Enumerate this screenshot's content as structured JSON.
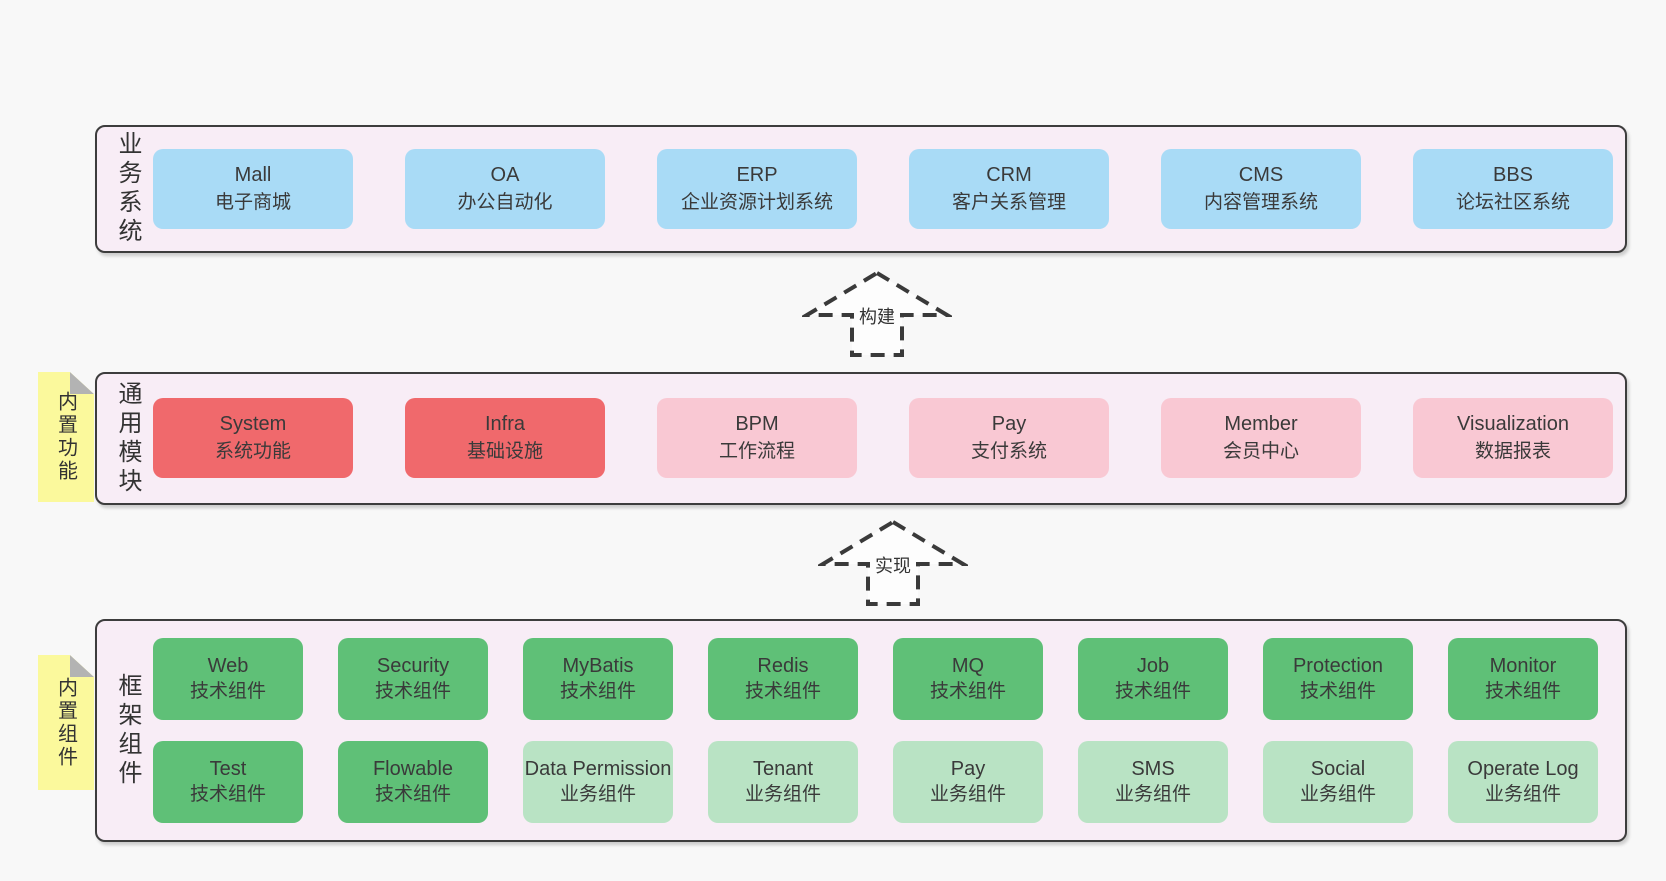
{
  "colors": {
    "page_bg": "#f8f8f8",
    "band_bg": "#f8edf6",
    "band_border": "#3d3d3d",
    "blue": "#a9dbf6",
    "red": "#f0696c",
    "pink": "#f9c8d3",
    "green": "#5fc077",
    "lightgreen": "#b9e3c4",
    "sticky_bg": "#fbf99c",
    "sticky_fold": "#b3b3b3",
    "text": "#333333",
    "arrow_fill": "#fdfdfd",
    "arrow_stroke": "#3a3a3a"
  },
  "arrows": [
    {
      "label": "构建"
    },
    {
      "label": "实现"
    }
  ],
  "stickies": [
    {
      "label": "内置功能"
    },
    {
      "label": "内置组件"
    }
  ],
  "bands": [
    {
      "label": "业务系统",
      "rows": [
        {
          "items": [
            {
              "title": "Mall",
              "subtitle": "电子商城",
              "variant": "blue"
            },
            {
              "title": "OA",
              "subtitle": "办公自动化",
              "variant": "blue"
            },
            {
              "title": "ERP",
              "subtitle": "企业资源计划系统",
              "variant": "blue"
            },
            {
              "title": "CRM",
              "subtitle": "客户关系管理",
              "variant": "blue"
            },
            {
              "title": "CMS",
              "subtitle": "内容管理系统",
              "variant": "blue"
            },
            {
              "title": "BBS",
              "subtitle": "论坛社区系统",
              "variant": "blue"
            }
          ]
        }
      ]
    },
    {
      "label": "通用模块",
      "rows": [
        {
          "items": [
            {
              "title": "System",
              "subtitle": "系统功能",
              "variant": "red"
            },
            {
              "title": "Infra",
              "subtitle": "基础设施",
              "variant": "red"
            },
            {
              "title": "BPM",
              "subtitle": "工作流程",
              "variant": "pink"
            },
            {
              "title": "Pay",
              "subtitle": "支付系统",
              "variant": "pink"
            },
            {
              "title": "Member",
              "subtitle": "会员中心",
              "variant": "pink"
            },
            {
              "title": "Visualization",
              "subtitle": "数据报表",
              "variant": "pink"
            }
          ]
        }
      ]
    },
    {
      "label": "框架组件",
      "rows": [
        {
          "items": [
            {
              "title": "Web",
              "subtitle": "技术组件",
              "variant": "green"
            },
            {
              "title": "Security",
              "subtitle": "技术组件",
              "variant": "green"
            },
            {
              "title": "MyBatis",
              "subtitle": "技术组件",
              "variant": "green"
            },
            {
              "title": "Redis",
              "subtitle": "技术组件",
              "variant": "green"
            },
            {
              "title": "MQ",
              "subtitle": "技术组件",
              "variant": "green"
            },
            {
              "title": "Job",
              "subtitle": "技术组件",
              "variant": "green"
            },
            {
              "title": "Protection",
              "subtitle": "技术组件",
              "variant": "green"
            },
            {
              "title": "Monitor",
              "subtitle": "技术组件",
              "variant": "green"
            }
          ]
        },
        {
          "items": [
            {
              "title": "Test",
              "subtitle": "技术组件",
              "variant": "green"
            },
            {
              "title": "Flowable",
              "subtitle": "技术组件",
              "variant": "green"
            },
            {
              "title": "Data Permission",
              "subtitle": "业务组件",
              "variant": "lightgreen"
            },
            {
              "title": "Tenant",
              "subtitle": "业务组件",
              "variant": "lightgreen"
            },
            {
              "title": "Pay",
              "subtitle": "业务组件",
              "variant": "lightgreen"
            },
            {
              "title": "SMS",
              "subtitle": "业务组件",
              "variant": "lightgreen"
            },
            {
              "title": "Social",
              "subtitle": "业务组件",
              "variant": "lightgreen"
            },
            {
              "title": "Operate Log",
              "subtitle": "业务组件",
              "variant": "lightgreen"
            }
          ]
        }
      ]
    }
  ]
}
